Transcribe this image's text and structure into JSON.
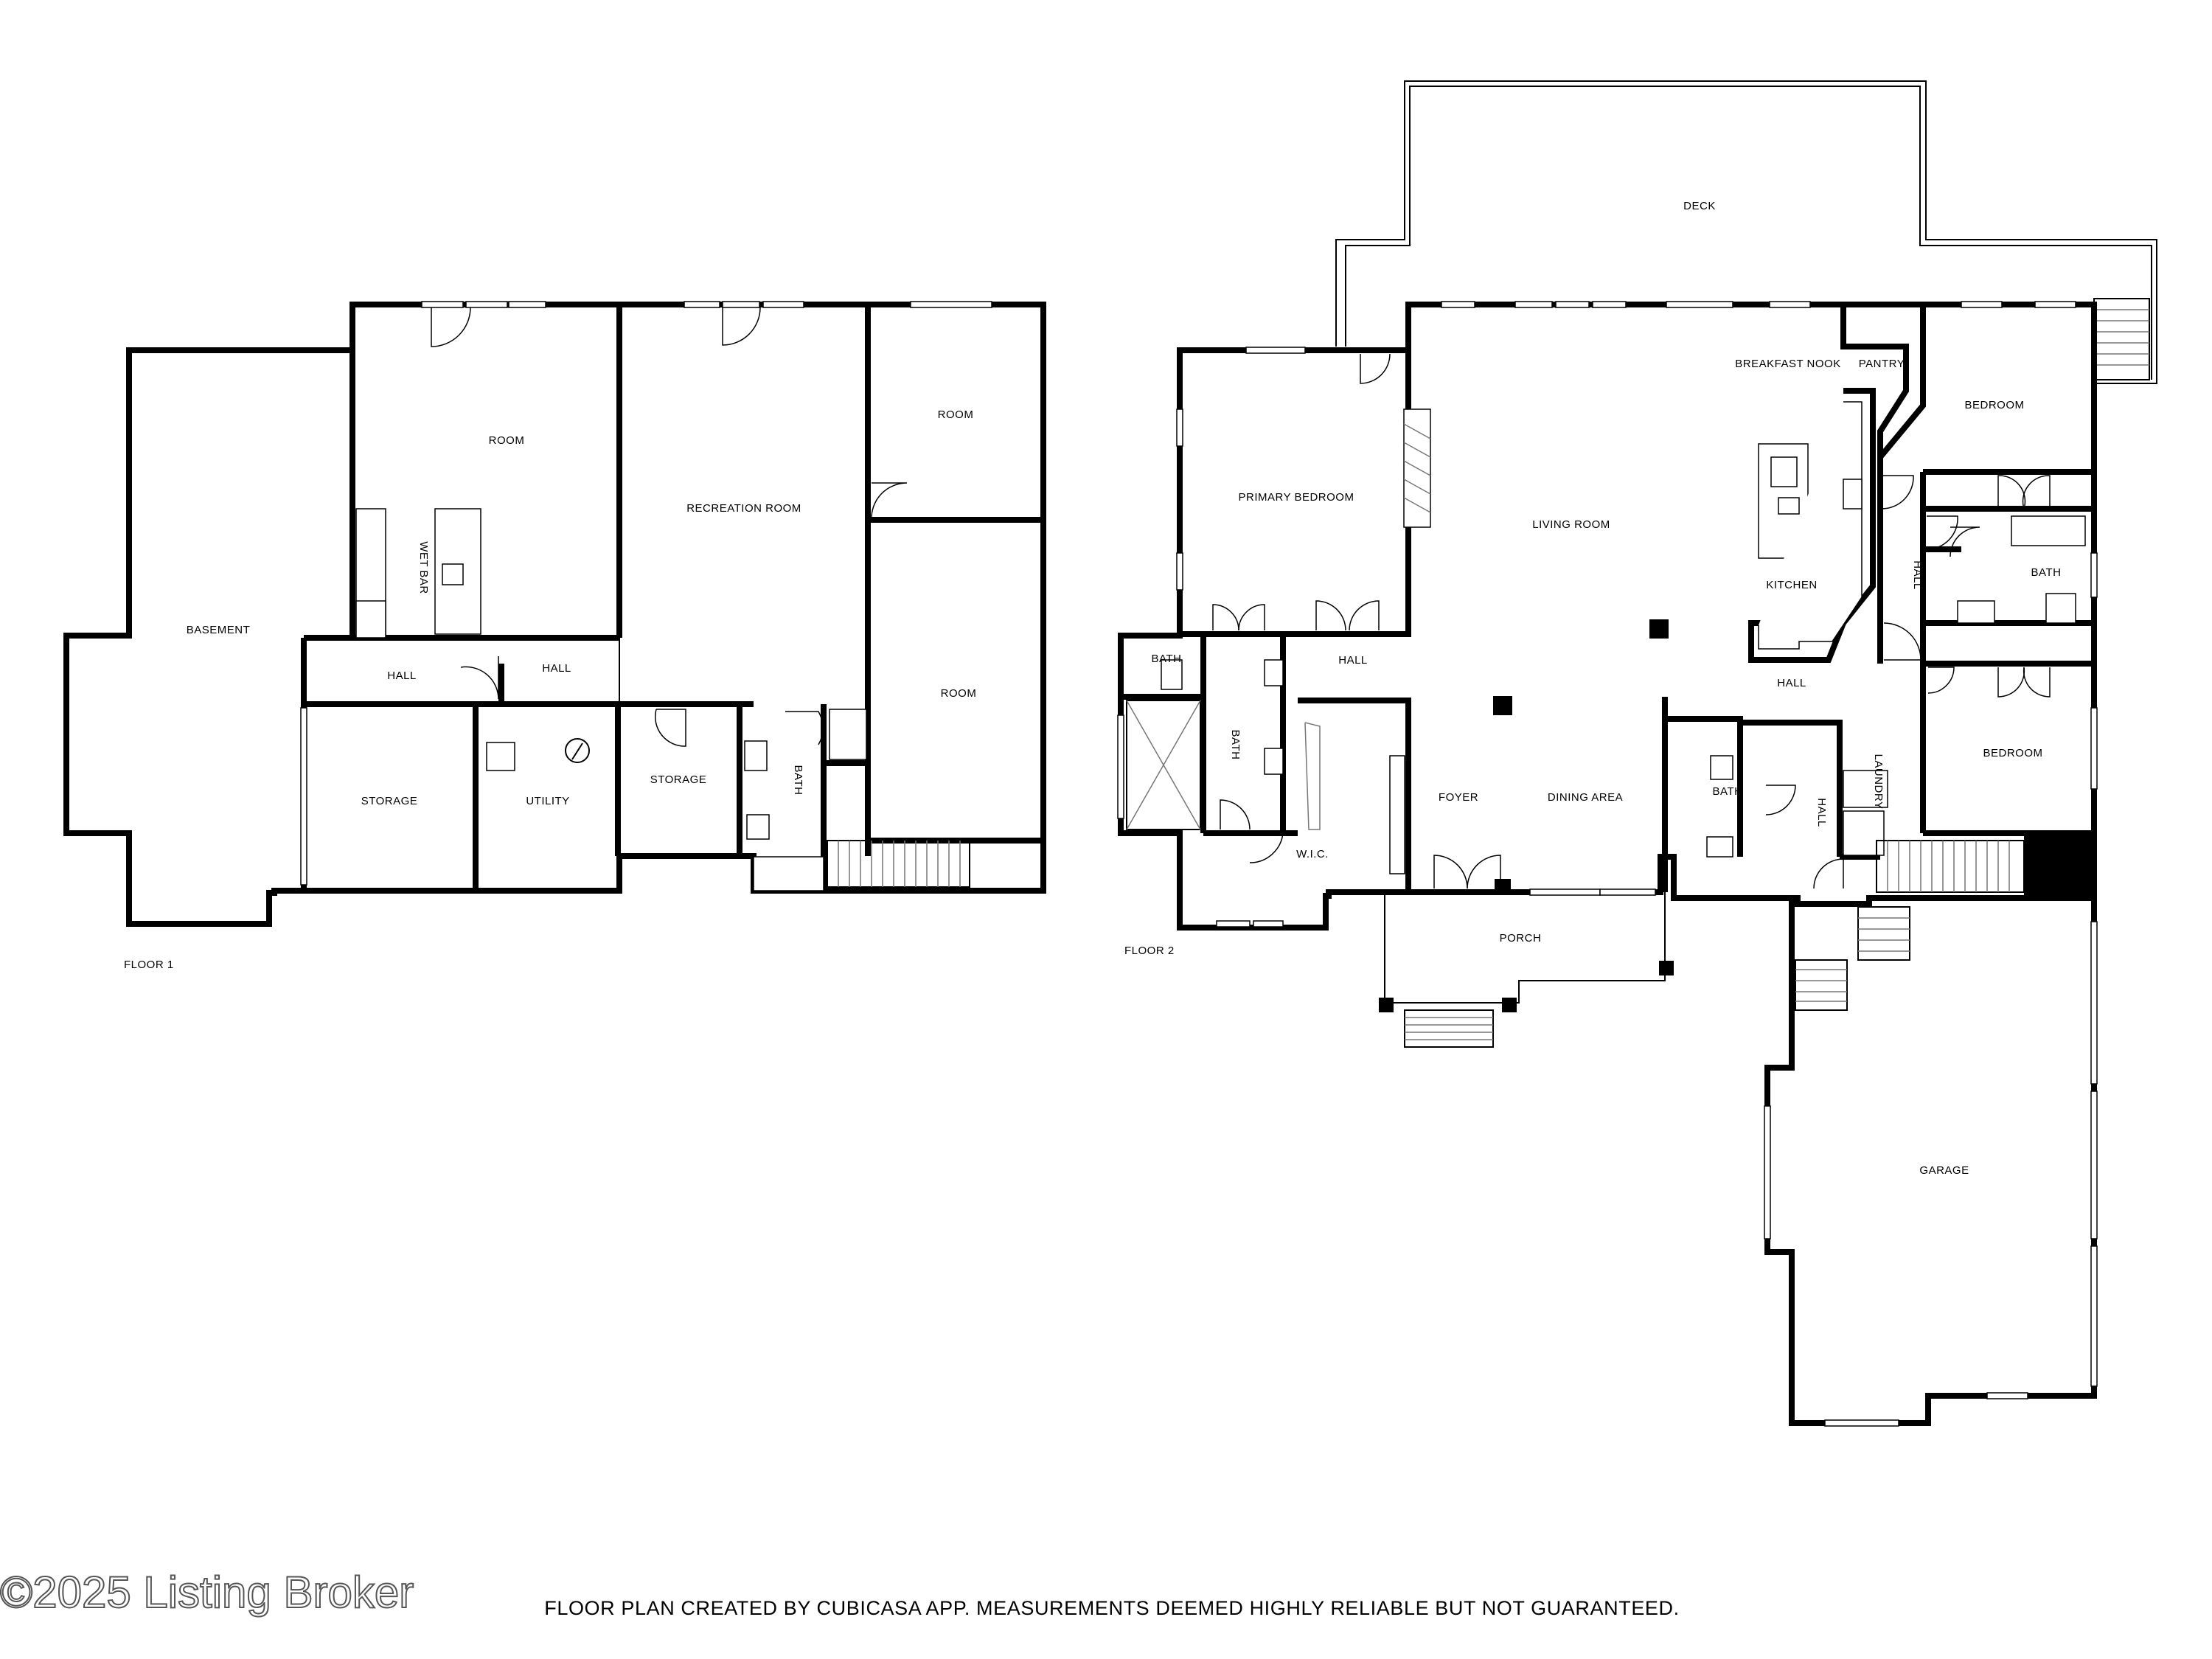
{
  "floor1": {
    "label": "FLOOR 1",
    "rooms": {
      "basement": "BASEMENT",
      "room_a": "ROOM",
      "wet_bar": "WET BAR",
      "recreation_room": "RECREATION ROOM",
      "room_b": "ROOM",
      "room_c": "ROOM",
      "hall_a": "HALL",
      "hall_b": "HALL",
      "storage_a": "STORAGE",
      "utility": "UTILITY",
      "storage_b": "STORAGE",
      "bath": "BATH"
    }
  },
  "floor2": {
    "label": "FLOOR 2",
    "rooms": {
      "deck": "DECK",
      "breakfast_nook": "BREAKFAST NOOK",
      "pantry": "PANTRY",
      "bedroom_a": "BEDROOM",
      "primary_bedroom": "PRIMARY BEDROOM",
      "living_room": "LIVING ROOM",
      "kitchen": "KITCHEN",
      "hall_a": "HALL",
      "bath_a": "BATH",
      "bath_b": "BATH",
      "hall_b": "HALL",
      "hall_c": "HALL",
      "bedroom_b": "BEDROOM",
      "bath_c": "BATH",
      "foyer": "FOYER",
      "dining_area": "DINING AREA",
      "wic": "W.I.C.",
      "bath_d": "BATH",
      "hall_d": "HALL",
      "laundry": "LAUNDRY",
      "porch": "PORCH",
      "garage": "GARAGE"
    }
  },
  "footer": {
    "disclaimer": "FLOOR PLAN CREATED BY CUBICASA APP. MEASUREMENTS DEEMED HIGHLY RELIABLE BUT NOT GUARANTEED.",
    "watermark": "©2025 Listing Broker"
  }
}
